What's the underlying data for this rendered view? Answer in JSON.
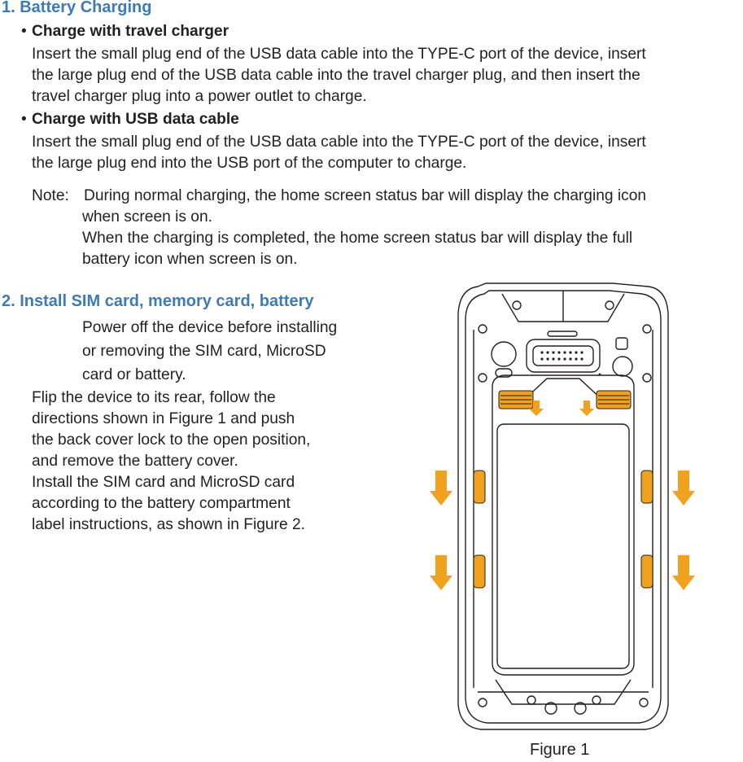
{
  "section1": {
    "heading": "1. Battery Charging",
    "bullet": "•",
    "sub1": {
      "title": "Charge with travel charger",
      "lines": [
        "Insert the small plug end of the USB data cable into the TYPE-C port of the device, insert",
        "the large plug end of the USB data cable into the travel charger plug, and then insert the",
        "travel charger plug into a power outlet to charge."
      ]
    },
    "sub2": {
      "title": "Charge with USB data cable",
      "lines": [
        "Insert the small plug end of the USB data cable into the TYPE-C port of the device, insert",
        "the large plug end into the USB port of the computer to charge."
      ]
    },
    "note": {
      "prefix": "Note:",
      "lines": [
        "During normal charging, the home screen status bar will display the charging icon",
        "when screen is on.",
        "When the charging is completed, the home screen status bar will display the full",
        "battery icon when screen is on."
      ]
    }
  },
  "section2": {
    "heading": "2. Install SIM card, memory card, battery",
    "warning_lines": [
      "Power off the device before installing",
      "or removing the SIM card, MicroSD",
      "card or battery."
    ],
    "body_lines": [
      "Flip the device to its rear, follow the",
      "directions shown in Figure 1 and push",
      "the back cover lock to the open position,",
      "and remove the battery cover.",
      "Install the SIM card and MicroSD card",
      "according to the battery compartment",
      "label instructions, as shown in Figure 2."
    ]
  },
  "figure": {
    "caption": "Figure 1",
    "arrow_color": "#f0a21e",
    "outline_color": "#231f20"
  }
}
